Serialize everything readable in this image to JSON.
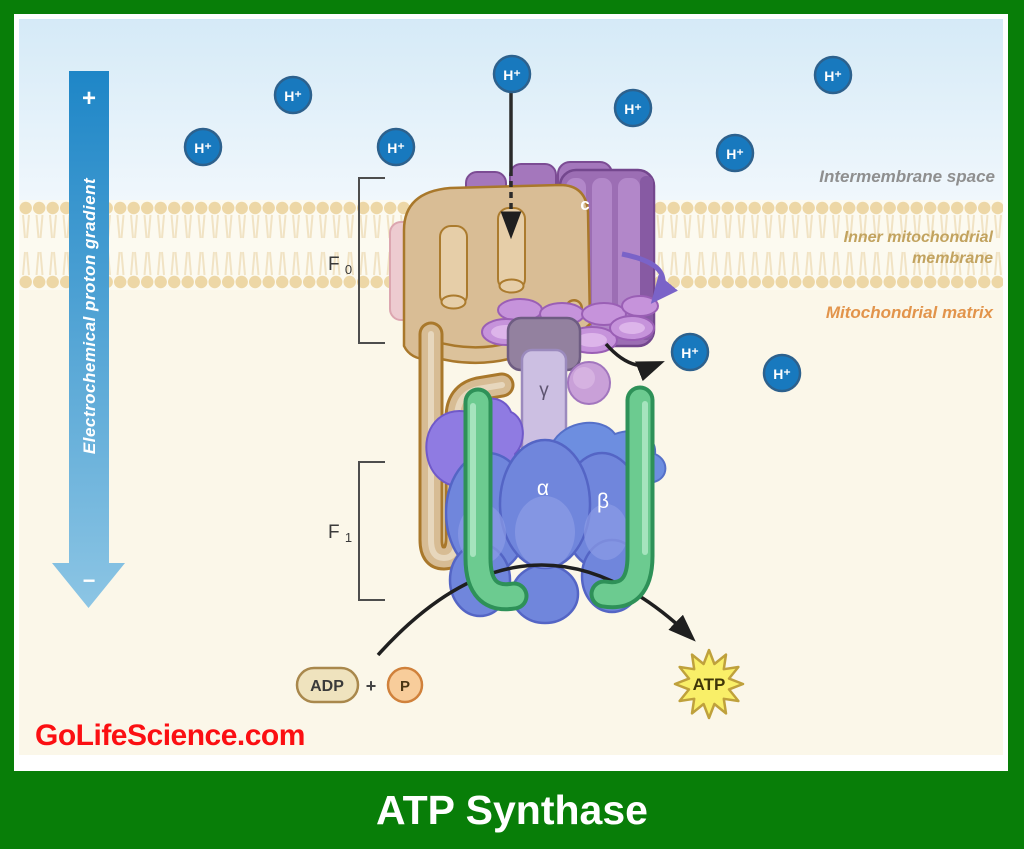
{
  "title": "ATP Synthase",
  "watermark": "GoLifeScience.com",
  "gradient_arrow": {
    "label": "Electrochemical proton gradient",
    "plus": "+",
    "minus": "−"
  },
  "regions": {
    "intermembrane_space": "Intermembrane space",
    "inner_membrane_line1": "Inner mitochondrial",
    "inner_membrane_line2": "membrane",
    "matrix": "Mitochondrial matrix"
  },
  "complex": {
    "f_letter": "F",
    "f0_subscript": "0",
    "f1_subscript": "1",
    "c_subunit": "c",
    "alpha": "α",
    "beta": "β",
    "gamma": "γ"
  },
  "ion": {
    "hplus": "H⁺"
  },
  "reaction": {
    "adp": "ADP",
    "plus": "+",
    "phosphate": "P",
    "atp": "ATP"
  },
  "colors": {
    "frame_green": "#087E08",
    "ion_blue": "#1879BE",
    "membrane_tan": "#EDD7A6",
    "watermark_red": "#FB0F12",
    "intermembrane_label": "#8F8F8F",
    "inner_membrane_label": "#C2A35F",
    "matrix_label": "#E2944B",
    "atp_star_yellow": "#F9EF68"
  }
}
